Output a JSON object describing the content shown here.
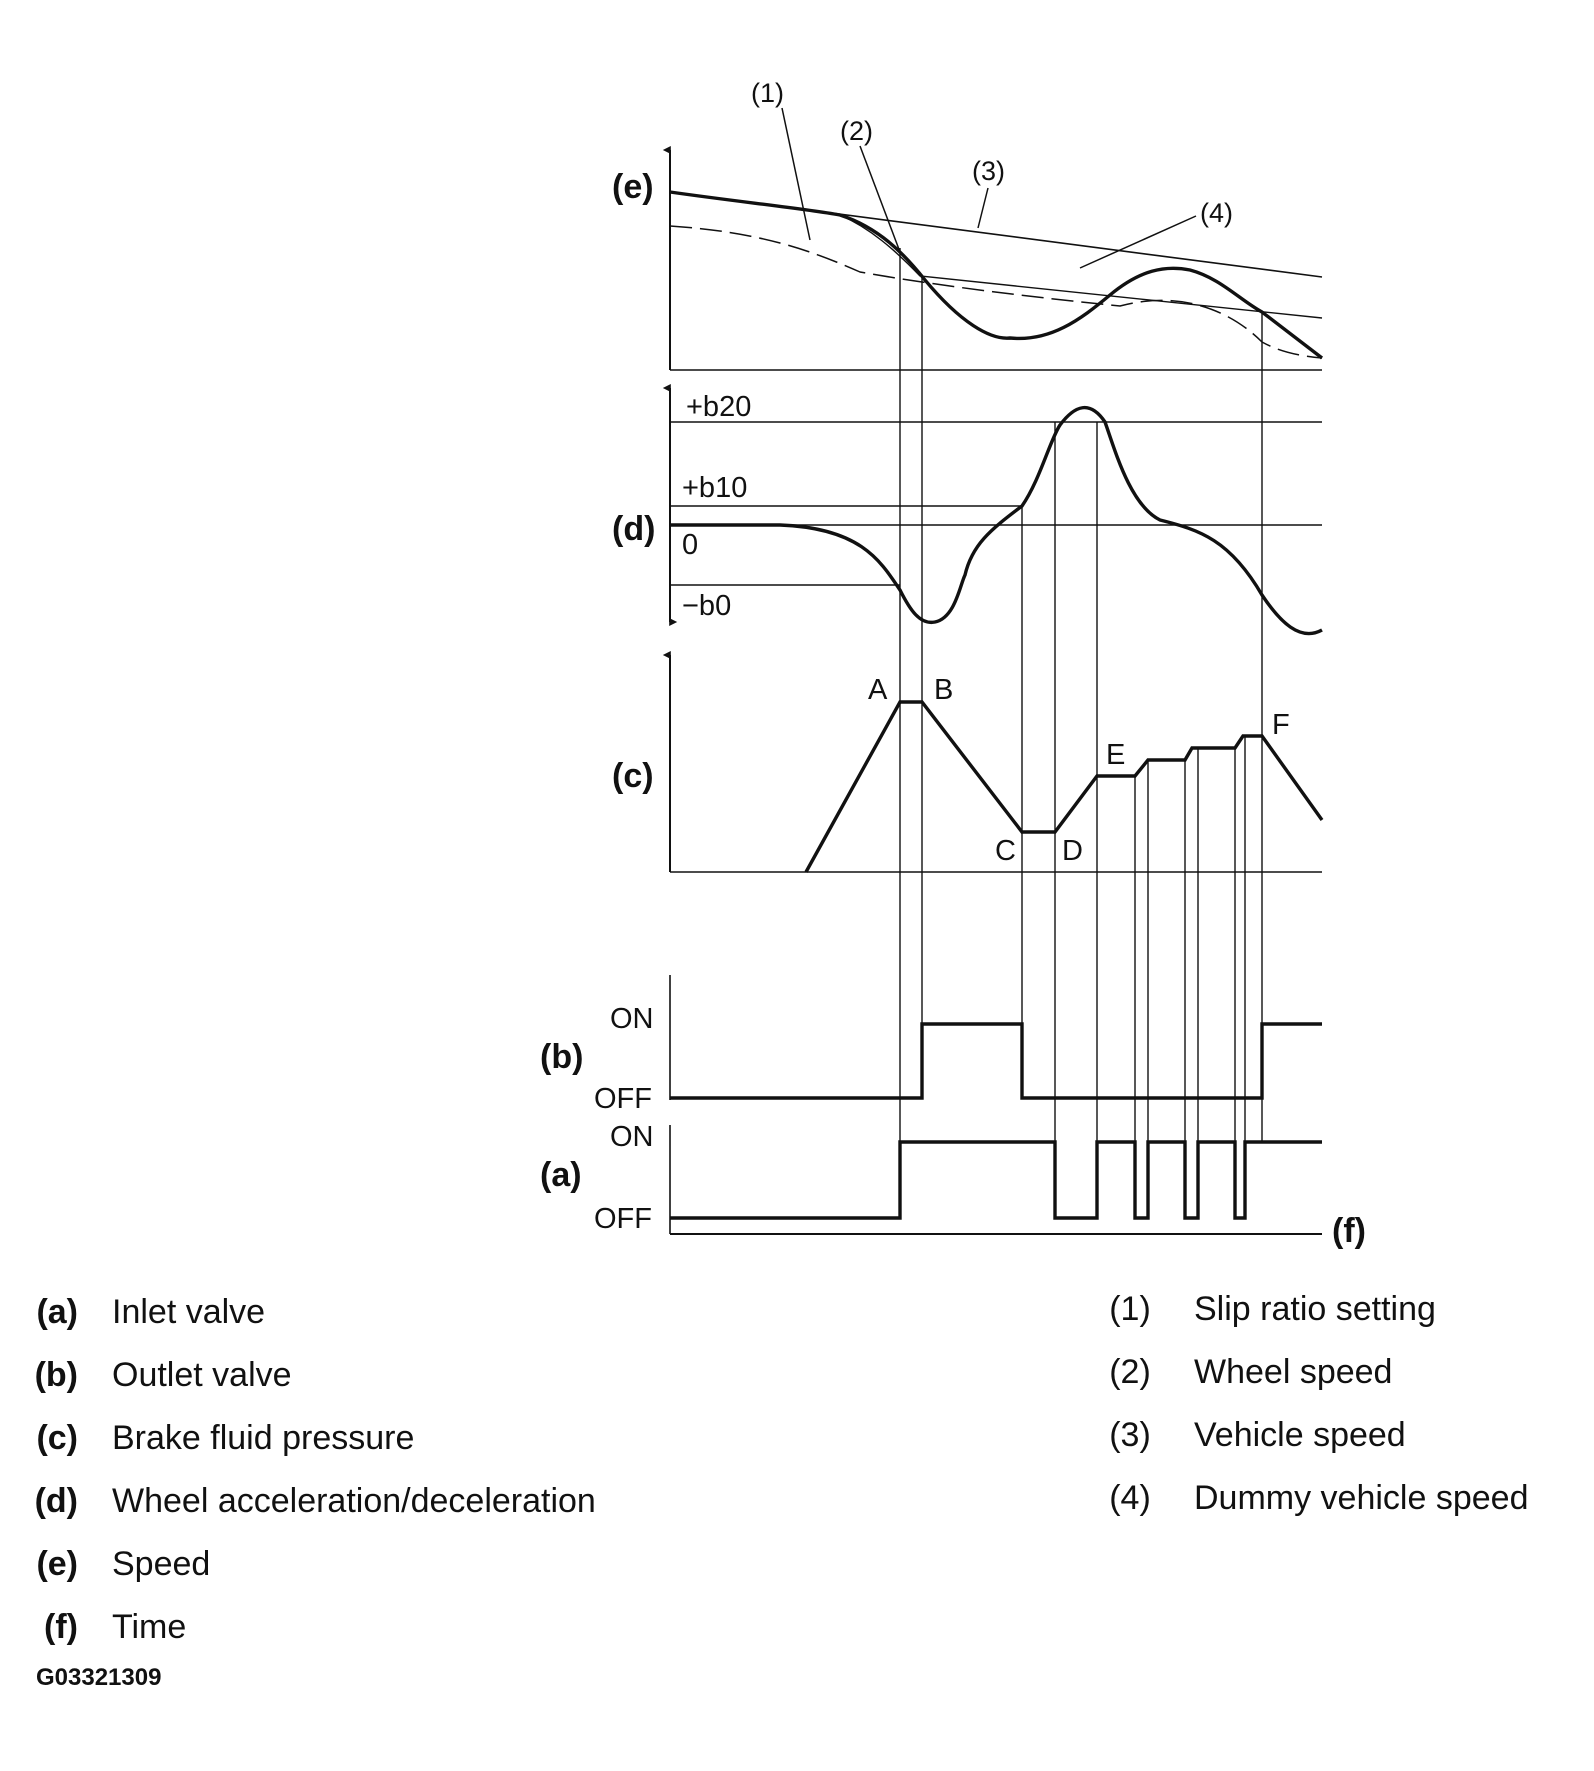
{
  "diagram": {
    "panel_labels": {
      "e": "(e)",
      "d": "(d)",
      "c": "(c)",
      "b": "(b)",
      "a": "(a)",
      "f": "(f)"
    },
    "curve_numbers": [
      "(1)",
      "(2)",
      "(3)",
      "(4)"
    ],
    "accel_ticks": {
      "plus_b20": "+b20",
      "plus_b10": "+b10",
      "zero": "0",
      "minus_b0": "−b0"
    },
    "pressure_points": [
      "A",
      "B",
      "C",
      "D",
      "E",
      "F"
    ],
    "valve_states": {
      "on": "ON",
      "off": "OFF"
    }
  },
  "legend_left": [
    {
      "key": "(a)",
      "text": "Inlet valve"
    },
    {
      "key": "(b)",
      "text": "Outlet valve"
    },
    {
      "key": "(c)",
      "text": "Brake fluid pressure"
    },
    {
      "key": "(d)",
      "text": "Wheel acceleration/deceleration"
    },
    {
      "key": "(e)",
      "text": "Speed"
    },
    {
      "key": "(f)",
      "text": "Time"
    }
  ],
  "legend_right": [
    {
      "key": "(1)",
      "text": "Slip ratio setting"
    },
    {
      "key": "(2)",
      "text": "Wheel speed"
    },
    {
      "key": "(3)",
      "text": "Vehicle speed"
    },
    {
      "key": "(4)",
      "text": "Dummy vehicle speed"
    }
  ],
  "figure_code": "G03321309"
}
